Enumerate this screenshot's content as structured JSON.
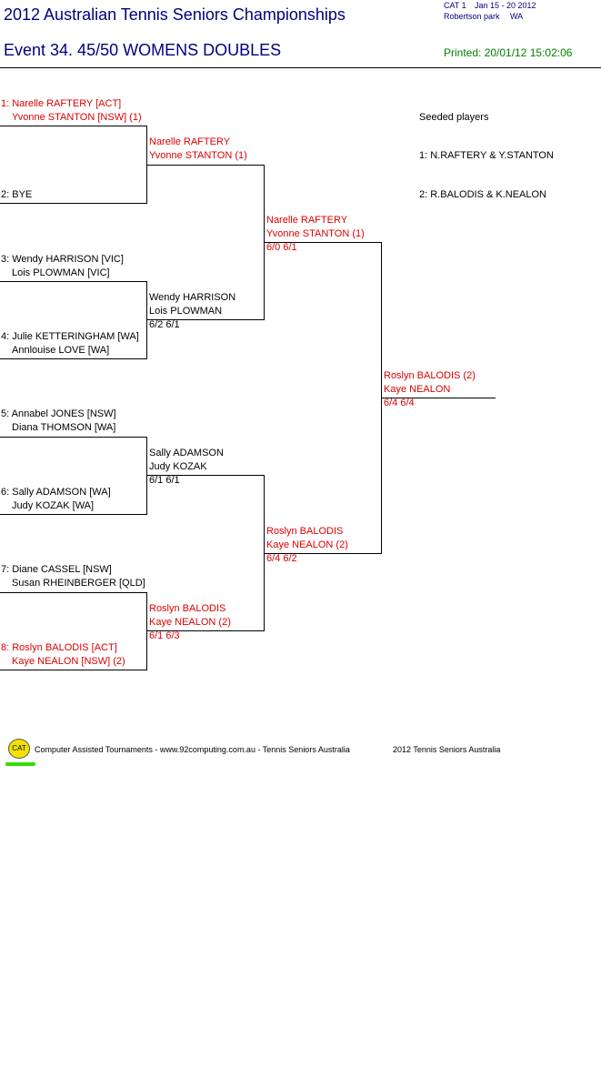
{
  "header": {
    "title": "2012 Australian Tennis Seniors Championships",
    "event": "Event 34. 45/50 WOMENS DOUBLES",
    "cat": "CAT 1",
    "dates": "Jan 15 - 20 2012",
    "venue": "Robertson park",
    "state": "WA",
    "printed": "Printed: 20/01/12 15:02:06"
  },
  "draw": {
    "r1": [
      {
        "line1": "1: Narelle RAFTERY [ACT]",
        "line2": "Yvonne STANTON [NSW] (1)"
      },
      {
        "line1": "2: BYE",
        "line2": ""
      },
      {
        "line1": "3: Wendy HARRISON [VIC]",
        "line2": "Lois PLOWMAN [VIC]"
      },
      {
        "line1": "4: Julie KETTERINGHAM [WA]",
        "line2": "Annlouise LOVE [WA]"
      },
      {
        "line1": "5: Annabel JONES [NSW]",
        "line2": "Diana THOMSON [WA]"
      },
      {
        "line1": "6: Sally ADAMSON [WA]",
        "line2": "Judy KOZAK [WA]"
      },
      {
        "line1": "7: Diane CASSEL [NSW]",
        "line2": "Susan RHEINBERGER [QLD]"
      },
      {
        "line1": "8: Roslyn BALODIS [ACT]",
        "line2": "Kaye NEALON [NSW] (2)"
      }
    ],
    "r2": [
      {
        "line1": "Narelle RAFTERY",
        "line2": "Yvonne STANTON (1)",
        "score": ""
      },
      {
        "line1": "Wendy HARRISON",
        "line2": "Lois PLOWMAN",
        "score": "6/2 6/1"
      },
      {
        "line1": "Sally ADAMSON",
        "line2": "Judy KOZAK",
        "score": "6/1 6/1"
      },
      {
        "line1": "Roslyn BALODIS",
        "line2": "Kaye NEALON (2)",
        "score": "6/1 6/3"
      }
    ],
    "sf": [
      {
        "line1": "Narelle RAFTERY",
        "line2": "Yvonne STANTON (1)",
        "score": "6/0 6/1"
      },
      {
        "line1": "Roslyn BALODIS",
        "line2": "Kaye NEALON (2)",
        "score": "6/4 6/2"
      }
    ],
    "final": {
      "line1": "Roslyn BALODIS (2)",
      "line2": "Kaye NEALON",
      "score": "6/4 6/4"
    }
  },
  "seeded": {
    "title": "Seeded players",
    "items": [
      "1: N.RAFTERY & Y.STANTON",
      "2: R.BALODIS & K.NEALON"
    ]
  },
  "footer": {
    "logo_text": "CAT",
    "left": "Computer Assisted Tournaments - www.92computing.com.au -  Tennis Seniors Australia",
    "right": "2012 Tennis Seniors Australia"
  },
  "colors": {
    "title": "#000080",
    "winner": "#dd0000",
    "printed": "#008000",
    "logo": "#f5e100",
    "logo_underline": "#33dd00"
  }
}
